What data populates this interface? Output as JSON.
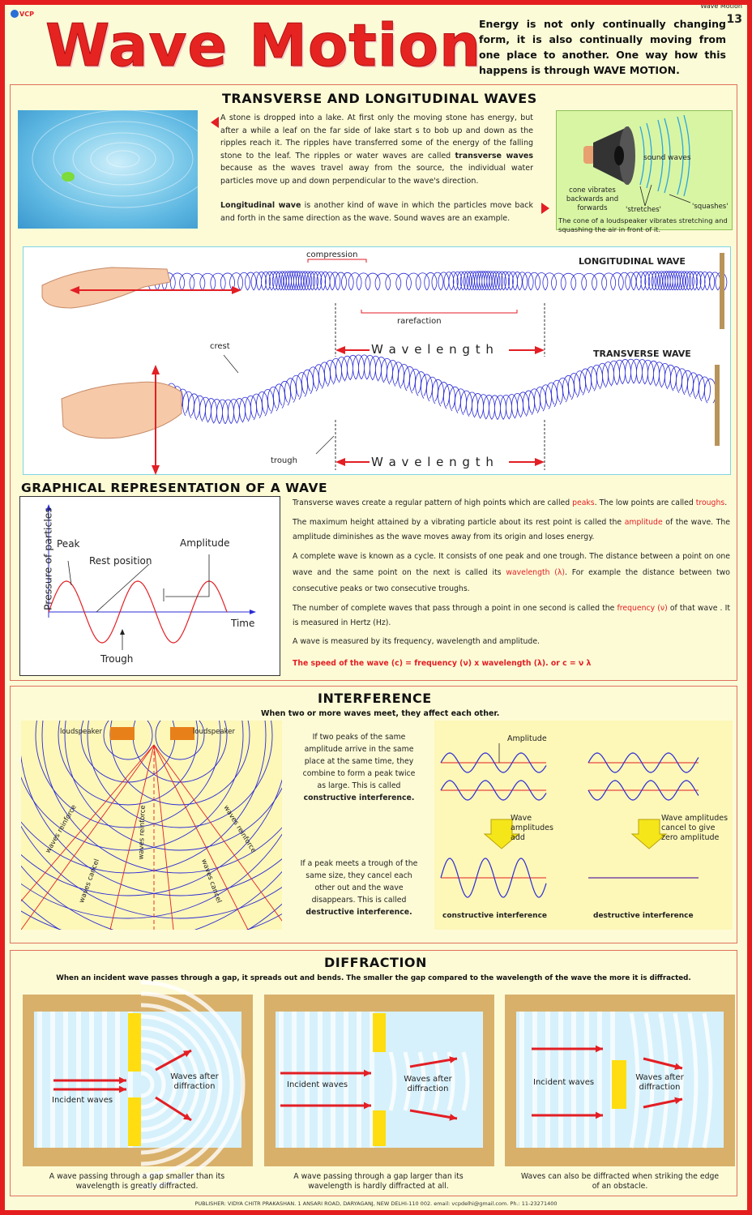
{
  "header": {
    "logo": "VCP",
    "corner_tag": "Wave Motion",
    "page_number": "13",
    "title": "Wave Motion",
    "intro": "Energy is not only continually changing form, it is also continually moving from one place to another. One way how this happens is through WAVE MOTION."
  },
  "transverse_section": {
    "heading": "TRANSVERSE AND LONGITUDINAL WAVES",
    "para1_a": "A stone is dropped into a lake. At first only the moving stone has energy, but after a while a leaf on the far side of lake start s to bob up and down as the ripples reach it. The ripples have transferred some of the energy of the falling stone to the leaf. The ripples or water waves are called ",
    "para1_bold": "transverse waves",
    "para1_b": " because as the waves travel away from the source, the individual water particles move up and down perpendicular to the wave's direction.",
    "para2_bold": "Longitudinal wave",
    "para2": " is another kind of wave in which the particles move back and forth in the same direction as the wave. Sound waves are an example.",
    "speaker": {
      "sound_waves": "sound waves",
      "cone": "cone vibrates backwards and forwards",
      "stretches": "'stretches'",
      "squashes": "'squashes'",
      "caption": "The cone of a loudspeaker vibrates stretching and squashing the air in front of it."
    }
  },
  "spring_diagram": {
    "longitudinal_label": "LONGITUDINAL WAVE",
    "transverse_label": "TRANSVERSE WAVE",
    "compression": "compression",
    "rarefaction": "rarefaction",
    "wavelength": "W a v e l e n g t h",
    "crest": "crest",
    "trough": "trough"
  },
  "graphical": {
    "heading": "GRAPHICAL REPRESENTATION OF A WAVE",
    "graph": {
      "ylabel": "Pressure of particles",
      "xlabel": "Time",
      "peak": "Peak",
      "rest": "Rest position",
      "amplitude": "Amplitude",
      "trough": "Trough"
    },
    "p1_a": "Transverse waves create a regular pattern of high points which are called ",
    "p1_peaks": "peaks",
    "p1_b": ". The low points are called ",
    "p1_troughs": "troughs",
    "p1_c": ".",
    "p2_a": "The maximum height attained by a vibrating particle about its rest point is called the ",
    "p2_amp": "amplitude",
    "p2_b": " of the wave. The amplitude diminishes as the wave moves away from its origin and loses energy.",
    "p3_a": "A complete wave is known as a cycle. It consists of one peak and one trough.  The distance between a point on one wave and the same point on the next is called its ",
    "p3_wl": "wavelength (λ)",
    "p3_b": ". For example the distance between two consecutive peaks or two consecutive troughs.",
    "p4_a": "The number of complete waves that pass through a point in one second is called the ",
    "p4_freq": "frequency (ν)",
    "p4_b": " of that wave . It is measured in Hertz (Hz).",
    "p5": "A wave is measured by its frequency, wavelength and amplitude.",
    "p6": "The speed of the wave (c) = frequency (ν) x wavelength (λ). or c = ν λ"
  },
  "interference": {
    "heading": "INTERFERENCE",
    "subheading": "When two or more waves meet, they affect each other.",
    "loudspeaker": "loudspeaker",
    "waves_reinforce": "waves reinforce",
    "waves_cancel": "waves cancel",
    "constructive_text_a": "If two peaks of the same amplitude arrive in the same place at the same time, they combine to form a peak twice as large. This is called ",
    "constructive_text_b": "constructive interference.",
    "destructive_text_a": "If a peak meets a trough of the same size, they cancel each other out and the wave disappears. This is called ",
    "destructive_text_b": "destructive interference.",
    "amplitude": "Amplitude",
    "add": "Wave amplitudes add",
    "cancel": "Wave amplitudes cancel to give zero amplitude",
    "constructive_cap": "constructive interference",
    "destructive_cap": "destructive interference"
  },
  "diffraction": {
    "heading": "DIFFRACTION",
    "subheading": "When an incident wave passes through a gap, it spreads out and bends. The smaller the gap compared to the wavelength of the wave the more it is diffracted.",
    "incident": "Incident waves",
    "after": "Waves after diffraction",
    "cap1": "A wave passing through a gap smaller than its wavelength is greatly diffracted.",
    "cap2": "A wave passing through a gap larger than its wavelength is hardly diffracted at all.",
    "cap3": "Waves can also be diffracted when striking the edge of an obstacle."
  },
  "footer": "PUBLISHER: VIDYA CHITR PRAKASHAN. 1 ANSARI ROAD, DARYAGANJ, NEW DELHI-110 002. email: vcpdelhi@gmail.com. Ph.: 11-23271400",
  "colors": {
    "accent_red": "#e31e24",
    "wave_blue": "#2b2bd6",
    "panel": "#fdfbd6",
    "gold": "#c8a15a"
  }
}
